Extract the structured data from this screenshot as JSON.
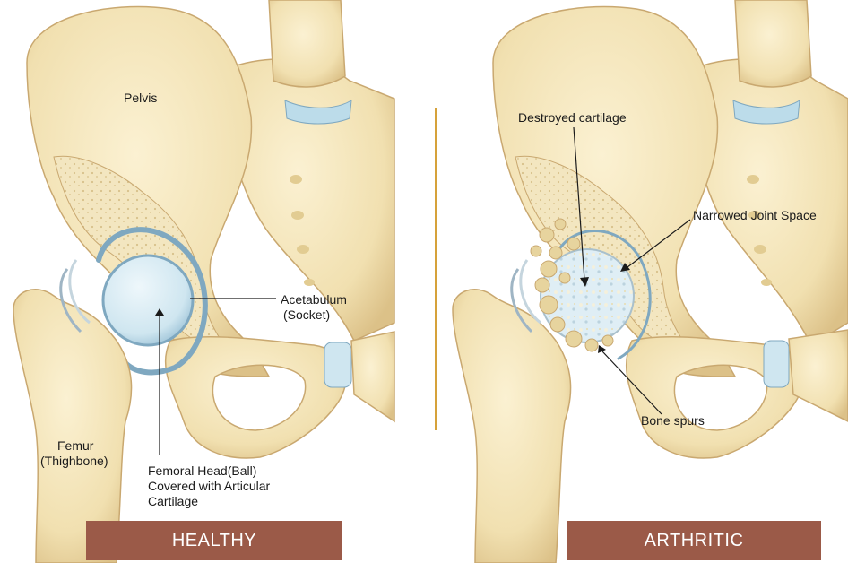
{
  "healthy": {
    "banner": "HEALTHY",
    "labels": {
      "pelvis": "Pelvis",
      "acetabulum": "Acetabulum",
      "socket": "(Socket)",
      "femur": "Femur",
      "thighbone": "(Thighbone)",
      "femoral_head_1": "Femoral Head(Ball)",
      "femoral_head_2": "Covered with Articular",
      "femoral_head_3": "Cartilage"
    }
  },
  "arthritic": {
    "banner": "ARTHRITIC",
    "labels": {
      "destroyed_cartilage": "Destroyed cartilage",
      "narrowed_joint_space": "Narrowed Joint Space",
      "bone_spurs": "Bone spurs"
    }
  },
  "colors": {
    "bone": "#f2e3b8",
    "bone_outline": "#c9a870",
    "bone_shadow": "#e2cc92",
    "cartilage": "#cfe6f0",
    "cartilage_edge": "#7fa8c0",
    "divider": "#d6a23a",
    "banner": "#9b5a48",
    "banner_text": "#ffffff",
    "label_text": "#1a1a1a"
  }
}
